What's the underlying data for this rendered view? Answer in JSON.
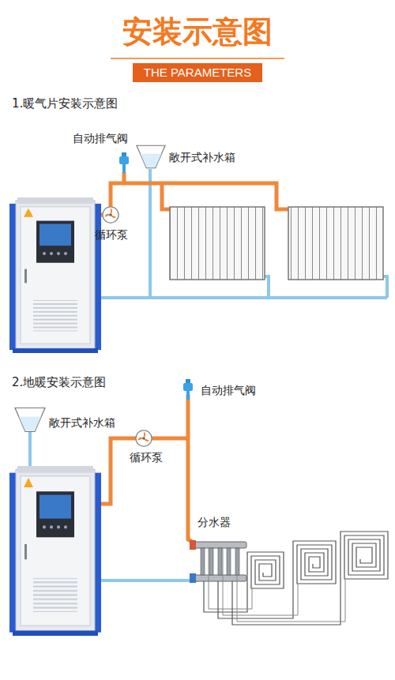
{
  "diagram": {
    "title": "安装示意图",
    "nodes": [
      {
        "text": [
          "THE PARAMETERS"
        ]
      }
    ],
    "labels": [
      "1.暖气片安装示意图",
      "自动排气阀",
      "敞开式补水箱",
      "循环泵",
      "2.地暖安装示意图",
      "敞开式补水箱",
      "循环泵",
      "自动排气阀",
      "分水器"
    ]
  }
}
